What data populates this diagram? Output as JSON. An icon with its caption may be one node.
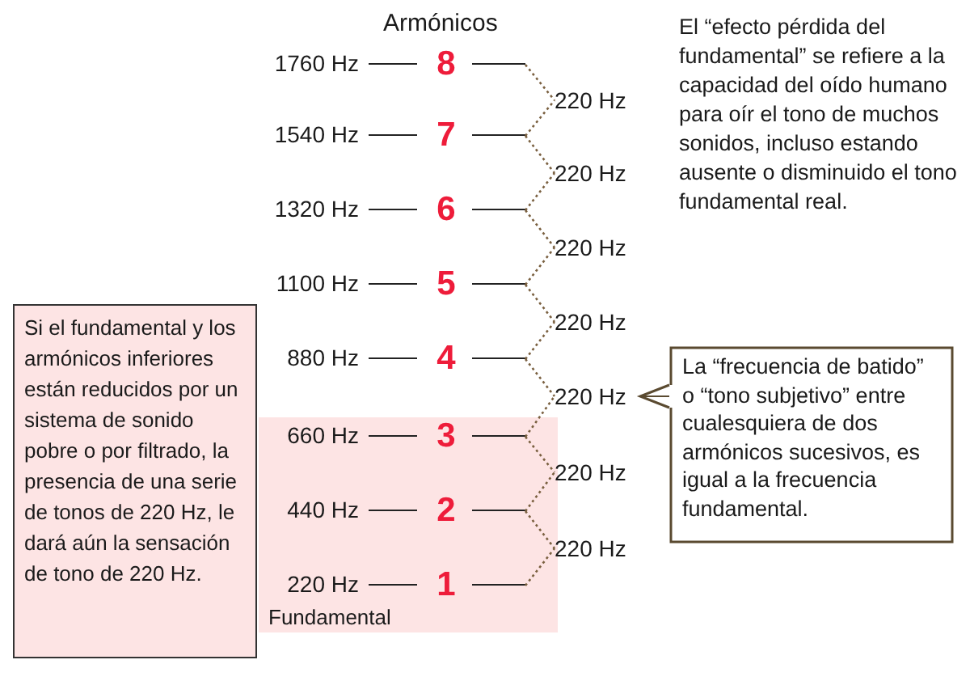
{
  "diagram": {
    "title": "Armónicos",
    "nodes": [
      {
        "text": [
          "1760 Hz",
          "8"
        ]
      },
      {
        "text": [
          "220 Hz"
        ]
      },
      {
        "text": [
          "1540 Hz",
          "7"
        ]
      },
      {
        "text": [
          "220 Hz"
        ]
      },
      {
        "text": [
          "1320 Hz",
          "6"
        ]
      },
      {
        "text": [
          "220 Hz"
        ]
      },
      {
        "text": [
          "1100 Hz",
          "5"
        ]
      },
      {
        "text": [
          "220 Hz"
        ]
      },
      {
        "text": [
          "880 Hz",
          "4"
        ]
      },
      {
        "text": [
          "220 Hz"
        ]
      },
      {
        "text": [],
        "shape": "band"
      },
      {
        "text": [
          "660 Hz",
          "3"
        ],
        "in": 10
      },
      {
        "text": [
          "220 Hz"
        ]
      },
      {
        "text": [
          "440 Hz",
          "2"
        ],
        "in": 10
      },
      {
        "text": [
          "220 Hz"
        ]
      },
      {
        "text": [
          "220 Hz",
          "1"
        ],
        "in": 10
      },
      {
        "text": [
          "Si el fundamental y los armónicos inferiores están reducidos por un sistema de sonido pobre o por filtrado, la presencia de una serie de tonos de 220 Hz, le dará aún la sensación de tono de 220 Hz."
        ]
      },
      {
        "text": [
          "La “frecuencia de batido” o “tono subjetivo” entre cualesquiera de dos armónicos sucesivos, es igual a la frecuencia fundamental."
        ]
      }
    ],
    "edges": [
      {
        "from": 0,
        "to": 1,
        "arrow": "none",
        "style": "dashed"
      },
      {
        "from": 2,
        "to": 1,
        "arrow": "none",
        "style": "dashed"
      },
      {
        "from": 2,
        "to": 3,
        "arrow": "none",
        "style": "dashed"
      },
      {
        "from": 4,
        "to": 3,
        "arrow": "none",
        "style": "dashed"
      },
      {
        "from": 4,
        "to": 5,
        "arrow": "none",
        "style": "dashed"
      },
      {
        "from": 6,
        "to": 5,
        "arrow": "none",
        "style": "dashed"
      },
      {
        "from": 6,
        "to": 7,
        "arrow": "none",
        "style": "dashed"
      },
      {
        "from": 8,
        "to": 7,
        "arrow": "none",
        "style": "dashed"
      },
      {
        "from": 8,
        "to": 9,
        "arrow": "none",
        "style": "dashed"
      },
      {
        "from": 11,
        "to": 9,
        "arrow": "none",
        "style": "dashed"
      },
      {
        "from": 11,
        "to": 12,
        "arrow": "none",
        "style": "dashed"
      },
      {
        "from": 13,
        "to": 12,
        "arrow": "none",
        "style": "dashed"
      },
      {
        "from": 13,
        "to": 14,
        "arrow": "none",
        "style": "dashed"
      },
      {
        "from": 15,
        "to": 14,
        "arrow": "none",
        "style": "dashed"
      },
      {
        "from": 17,
        "to": 9,
        "arrow": "to",
        "color": "#5a4a30"
      }
    ],
    "labels": [
      "Fundamental",
      "El “efecto pérdida del fundamental” se refiere a la capacidad del oído humano para oír el tono de muchos sonidos, incluso estando ausente o disminuido el tono fundamental real."
    ]
  }
}
